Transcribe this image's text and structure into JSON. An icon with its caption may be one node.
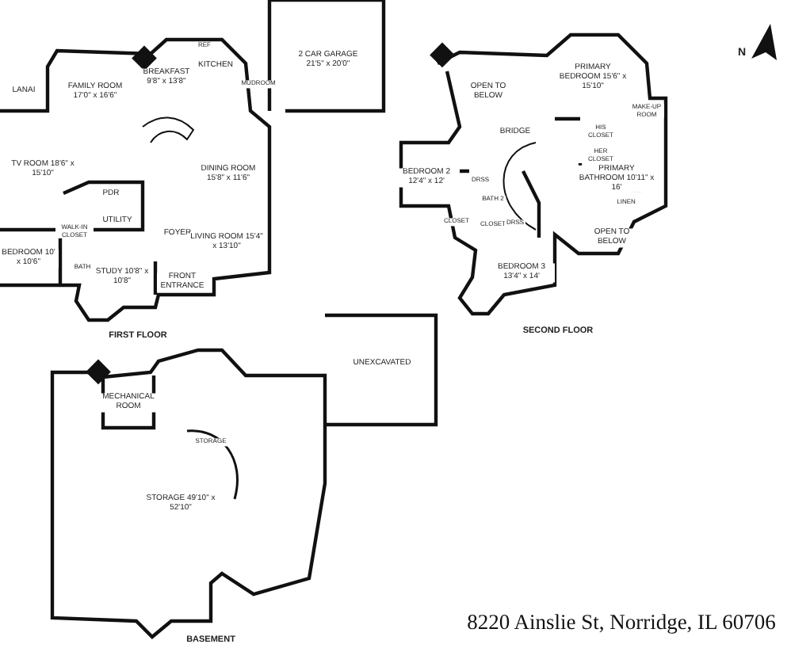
{
  "diagram": {
    "caption": "8220 Ainslie St, Norridge, IL 60706",
    "labels": [
      "LANAI",
      "FAMILY ROOM 17'0\" x 16'6\"",
      "BREAKFAST 9'8\" x 13'8\"",
      "REF",
      "KITCHEN",
      "2 CAR GARAGE 21'5\" x 20'0\"",
      "MUDROOM",
      "TV ROOM 18'6\" x 15'10\"",
      "DINING ROOM 15'8\" x 11'6\"",
      "PDR",
      "UTILITY",
      "WALK-IN CLOSET",
      "BEDROOM 10' x 10'6\"",
      "BATH",
      "FOYER",
      "LIVING ROOM 15'4\" x 13'10\"",
      "STUDY 10'8\" x 10'8\"",
      "FRONT ENTRANCE",
      "FIRST FLOOR",
      "OPEN TO BELOW",
      "PRIMARY BEDROOM 15'6\" x 15'10\"",
      "MAKE-UP ROOM",
      "BRIDGE",
      "HIS CLOSET",
      "HER CLOSET",
      "BEDROOM 2 12'4\" x 12'",
      "DRSS",
      "PRIMARY BATHROOM 10'11\" x 16'",
      "BATH 2",
      "LINEN",
      "CLOSET",
      "CLOSET",
      "DRSS",
      "OPEN TO BELOW",
      "BEDROOM 3 13'4\" x 14'",
      "SECOND FLOOR",
      "N",
      "UNEXCAVATED",
      "MECHANICAL ROOM",
      "STORAGE",
      "STORAGE 49'10\" x 52'10\"",
      "BASEMENT"
    ]
  }
}
